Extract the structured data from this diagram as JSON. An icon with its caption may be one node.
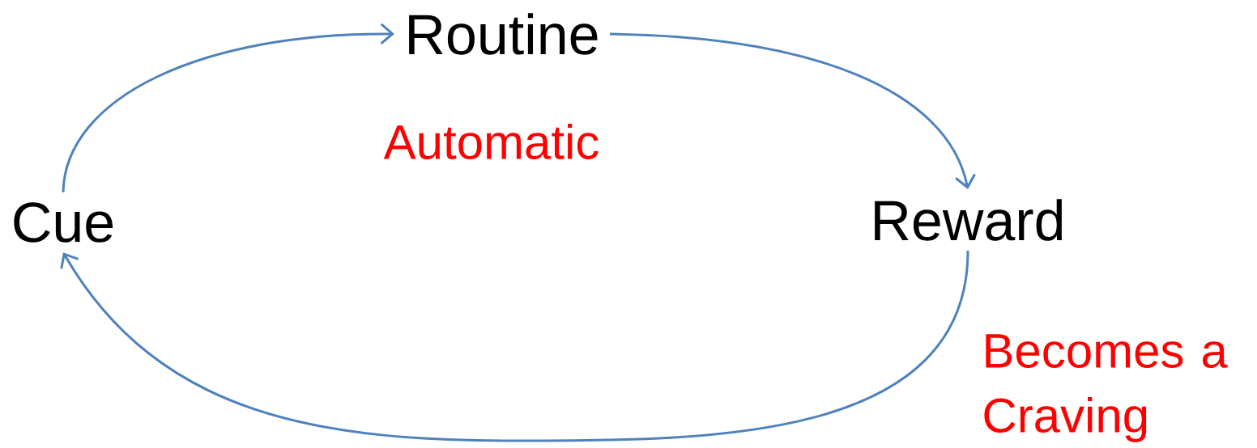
{
  "diagram": {
    "nodes": [
      {
        "text": [
          "Routine"
        ]
      },
      {
        "text": [
          "Cue"
        ]
      },
      {
        "text": [
          "Reward"
        ]
      }
    ],
    "edges": [
      {
        "from": 1,
        "to": 0,
        "arrow": "to"
      },
      {
        "from": 0,
        "to": 2,
        "arrow": "to"
      },
      {
        "from": 2,
        "to": 1,
        "arrow": "to"
      }
    ],
    "labels": [
      "Automatic",
      "Becomes a Craving"
    ]
  }
}
